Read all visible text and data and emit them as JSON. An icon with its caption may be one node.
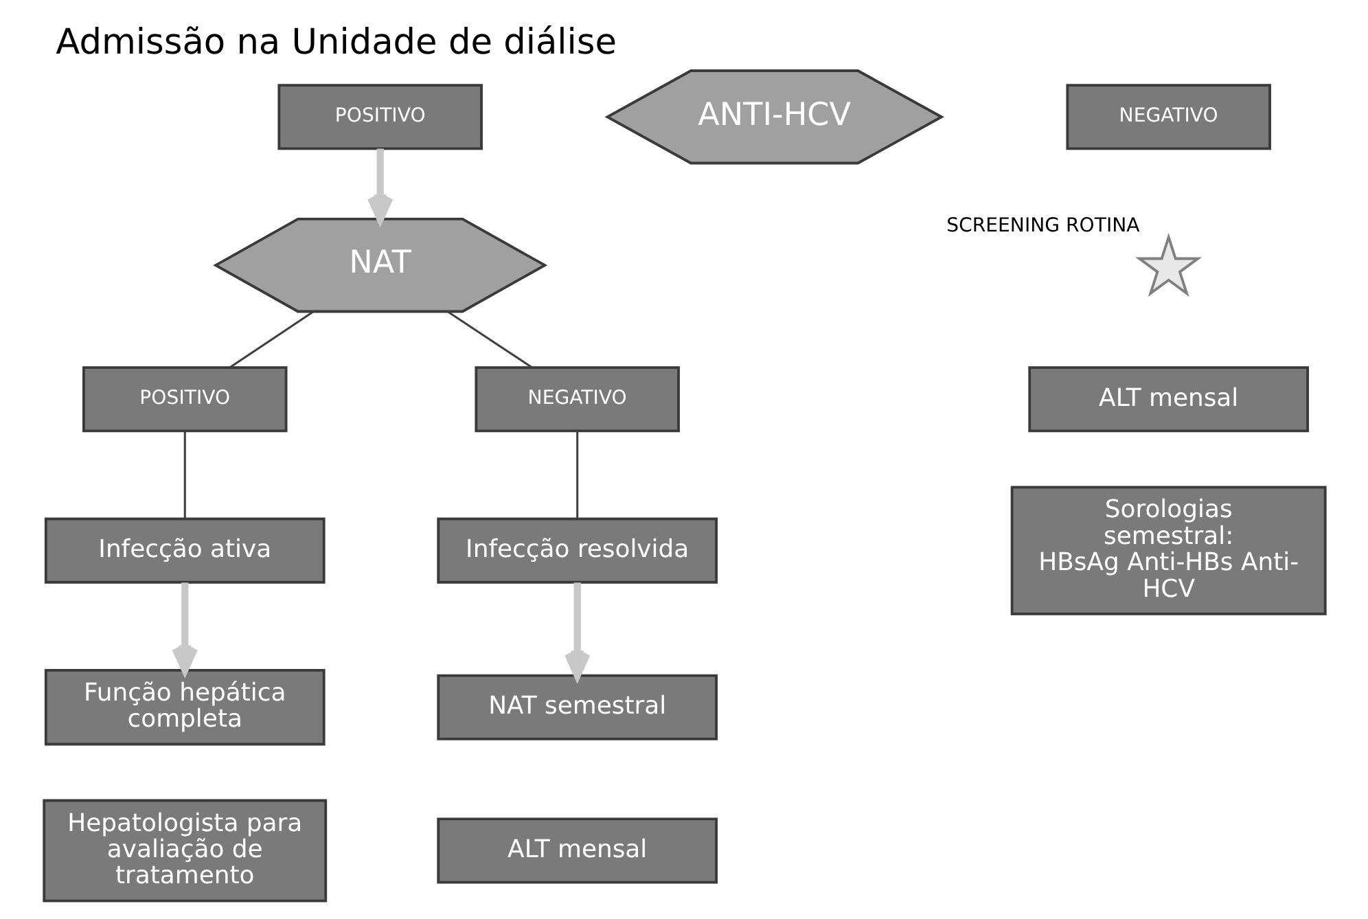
{
  "diagram": {
    "title": "Admissão na Unidade de diálise",
    "nodes": [
      {
        "text": [
          "ANTI-HCV"
        ]
      },
      {
        "text": [
          "POSITIVO"
        ]
      },
      {
        "text": [
          "NEGATIVO"
        ]
      },
      {
        "text": [
          "NAT"
        ]
      },
      {
        "text": [
          "POSITIVO"
        ]
      },
      {
        "text": [
          "NEGATIVO"
        ]
      },
      {
        "text": [
          "Infecção ativa"
        ]
      },
      {
        "text": [
          "Infecção resolvida"
        ]
      },
      {
        "text": [
          "Função hepática completa"
        ]
      },
      {
        "text": [
          "Hepatologista para avaliação de tratamento"
        ]
      },
      {
        "text": [
          "NAT semestral"
        ]
      },
      {
        "text": [
          "ALT mensal"
        ]
      },
      {
        "text": [],
        "shape": "star",
        "beside": [
          "SCREENING ROTINA"
        ]
      },
      {
        "text": [
          "ALT mensal"
        ]
      },
      {
        "text": [
          "Sorologias semestral:",
          "HBsAg Anti-HBs Anti-HCV"
        ]
      }
    ],
    "edges": [
      {
        "from": 1,
        "to": 3,
        "arrow": "to",
        "style": "thick",
        "color": "#c8c8c8"
      },
      {
        "from": 3,
        "to": 4,
        "arrow": "none"
      },
      {
        "from": 3,
        "to": 5,
        "arrow": "none"
      },
      {
        "from": 4,
        "to": 6,
        "arrow": "none"
      },
      {
        "from": 5,
        "to": 7,
        "arrow": "none"
      },
      {
        "from": 6,
        "to": 8,
        "arrow": "to",
        "style": "thick",
        "color": "#c8c8c8"
      },
      {
        "from": 7,
        "to": 10,
        "arrow": "to",
        "style": "thick",
        "color": "#c8c8c8"
      }
    ]
  }
}
